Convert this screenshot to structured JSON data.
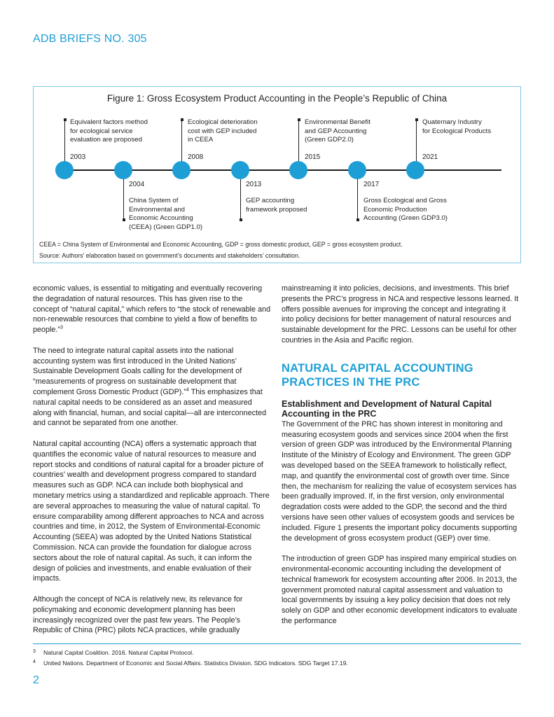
{
  "header": {
    "title": "ADB BRIEFS NO. 305"
  },
  "figure": {
    "title": "Figure 1: Gross Ecosystem Product Accounting in the People’s Republic of China",
    "events_above": [
      {
        "year": "2003",
        "lines": [
          "Equivalent factors method",
          "for ecological service",
          "evaluation are proposed"
        ]
      },
      {
        "year": "2008",
        "lines": [
          "Ecological deterioration",
          "cost with GEP included",
          "in CEEA"
        ]
      },
      {
        "year": "2015",
        "lines": [
          "Environmental Benefit",
          "and GEP Accounting",
          "(Green GDP2.0)"
        ]
      },
      {
        "year": "2021",
        "lines": [
          "Quaternary Industry",
          "for Ecological Products"
        ]
      }
    ],
    "events_below": [
      {
        "year": "2004",
        "lines": [
          "China System of",
          "Environmental and",
          "Economic Accounting",
          "(CEEA) (Green GDP1.0)"
        ]
      },
      {
        "year": "2013",
        "lines": [
          "GEP accounting",
          "framework proposed"
        ]
      },
      {
        "year": "2017",
        "lines": [
          "Gross Ecological and Gross",
          "Economic Production",
          "Accounting (Green GDP3.0)"
        ]
      }
    ],
    "abbreviations": "CEEA = China System of Environmental and Economic Accounting, GDP = gross domestic product, GEP = gross ecosystem product.",
    "source": "Source: Authors’ elaboration based on government’s documents and stakeholders’ consultation."
  },
  "left_column": {
    "p1": "economic values, is essential to mitigating and eventually recovering the degradation of natural resources. This has given rise to the concept of “natural capital,” which refers to “the stock of renewable and non-renewable resources that combine to yield a flow of benefits to people.”",
    "p1_ref": "3",
    "p2": "The need to integrate natural capital assets into the national accounting system was first introduced in the United Nations’ Sustainable Development Goals calling for the development of “measurements of progress on sustainable development that complement Gross Domestic Product (GDP).”",
    "p2_ref": "4",
    "p2_cont": " This emphasizes that natural capital needs to be considered as an asset and measured along with financial, human, and social capital—all are interconnected and cannot be separated from one another.",
    "p3": "Natural capital accounting (NCA) offers a systematic approach that quantifies the economic value of natural resources to measure and report stocks and conditions of natural capital for a broader picture of countries’ wealth and development progress compared to standard measures such as GDP. NCA can include both biophysical and monetary metrics using a standardized and replicable approach. There are several approaches to measuring the value of natural capital. To ensure comparability among different approaches to NCA and across countries and time, in 2012, the System of Environmental-Economic Accounting (SEEA) was adopted by the United Nations Statistical Commission. NCA can provide the foundation for dialogue across sectors about the role of natural capital. As such, it can inform the design of policies and investments, and enable evaluation of their impacts.",
    "p4": "Although the concept of NCA is relatively new, its relevance for policymaking and economic development planning has been increasingly recognized over the past few years. The People’s Republic of China (PRC) pilots NCA practices, while gradually"
  },
  "right_column": {
    "p1": "mainstreaming it into policies, decisions, and investments. This brief presents the PRC’s progress in NCA and respective lessons learned. It offers possible avenues for improving the concept and integrating it into policy decisions for better management of natural resources and sustainable development for the PRC. Lessons can be useful for other countries in the Asia and Pacific region.",
    "section_title": "NATURAL CAPITAL ACCOUNTING PRACTICES IN THE PRC",
    "subsection_title": "Establishment and Development of Natural Capital Accounting in the PRC",
    "p2": "The Government of the PRC has shown interest in monitoring and measuring ecosystem goods and services since 2004 when the first version of green GDP was introduced by the Environmental Planning Institute of the Ministry of Ecology and Environment. The green GDP was developed based on the SEEA framework to holistically reflect, map, and quantify the environmental cost of growth over time. Since then, the mechanism for realizing the value of ecosystem services has been gradually improved. If, in the first version, only environmental degradation costs were added to the GDP, the second and the third versions have seen other values of ecosystem goods and services be included. Figure 1 presents the important policy documents supporting the development of gross ecosystem product (GEP) over time.",
    "p3": "The introduction of green GDP has inspired many empirical studies on environmental-economic accounting including the development of technical framework for ecosystem accounting after 2006. In 2013, the government promoted natural capital assessment and valuation to local governments by issuing a key policy decision that does not rely solely on GDP and other economic development indicators to evaluate the performance"
  },
  "footnotes": [
    {
      "num": "3",
      "text": "Natural Capital Coalition. 2016. Natural Capital Protocol."
    },
    {
      "num": "4",
      "text": "United Nations. Department of Economic and Social Affairs. Statistics Division. SDG Indicators. SDG Target 17.19."
    }
  ],
  "page_number": "2",
  "colors": {
    "accent": "#1d9fd6",
    "text": "#231f20"
  }
}
